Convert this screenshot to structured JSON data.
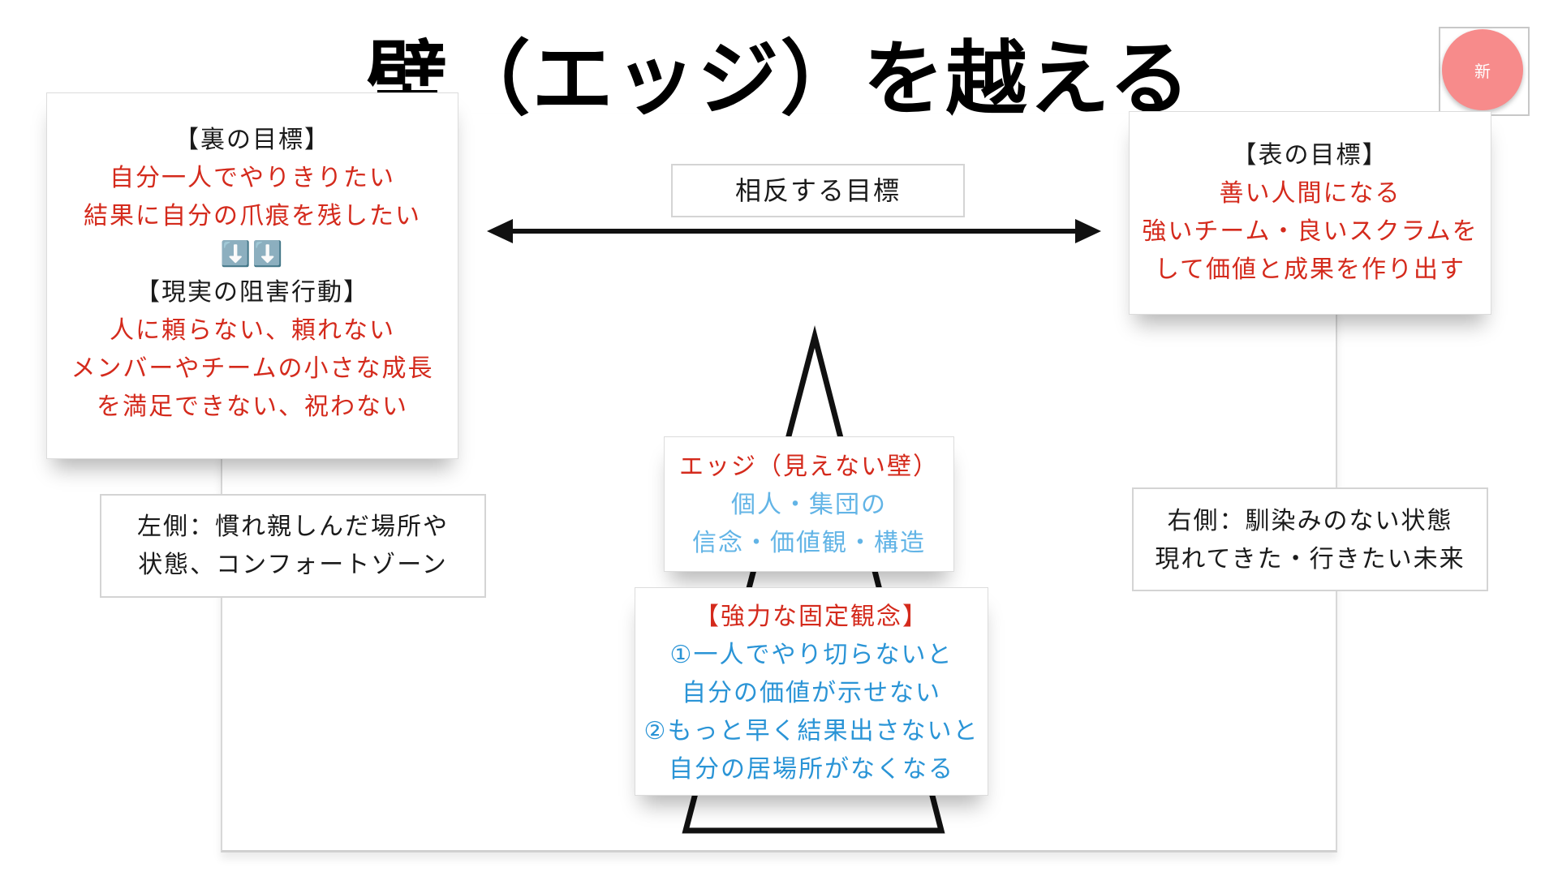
{
  "title": "壁（エッジ）を越える",
  "badge": {
    "label": "新",
    "color": "#f78b8b"
  },
  "center_label": "相反する目標",
  "left_box": {
    "heading1": "【裏の目標】",
    "lines1": [
      "自分一人でやりきりたい",
      "結果に自分の爪痕を残したい"
    ],
    "arrow_icons": "⬇️⬇️",
    "heading2": "【現実の阻害行動】",
    "lines2": [
      "人に頼らない、頼れない",
      "メンバーやチームの小さな成長",
      "を満足できない、祝わない"
    ]
  },
  "right_box": {
    "heading": "【表の目標】",
    "lines": [
      "善い人間になる",
      "強いチーム・良いスクラムを",
      "して価値と成果を作り出す"
    ]
  },
  "left_caption": [
    "左側：慣れ親しんだ場所や",
    "状態、コンフォートゾーン"
  ],
  "right_caption": [
    "右側：馴染みのない状態",
    "現れてきた・行きたい未来"
  ],
  "edge_box": {
    "heading": "エッジ（見えない壁）",
    "lines": [
      "個人・集団の",
      "信念・価値観・構造"
    ]
  },
  "belief_box": {
    "heading": "【強力な固定観念】",
    "lines": [
      "①一人でやり切らないと",
      "自分の価値が示せない",
      "②もっと早く結果出さないと",
      "自分の居場所がなくなる"
    ]
  },
  "colors": {
    "red": "#d42a1c",
    "blue": "#2a94d6",
    "light_blue": "#62b4e6"
  }
}
